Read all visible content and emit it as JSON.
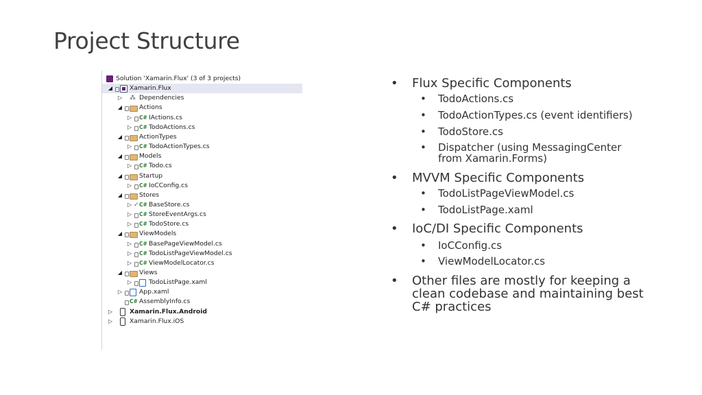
{
  "slide": {
    "title": "Project Structure"
  },
  "tree": [
    {
      "label": "Solution 'Xamarin.Flux' (3 of 3 projects)",
      "indent": 0,
      "icon": "solution",
      "expander": "",
      "lock": false,
      "check": false,
      "selected": false,
      "bold": false
    },
    {
      "label": "Xamarin.Flux",
      "indent": 1,
      "icon": "csproj",
      "expander": "open",
      "lock": true,
      "check": false,
      "selected": true,
      "bold": false
    },
    {
      "label": "Dependencies",
      "indent": 2,
      "icon": "dependencies",
      "expander": "closed",
      "lock": false,
      "check": false,
      "selected": false,
      "bold": false
    },
    {
      "label": "Actions",
      "indent": 2,
      "icon": "folder",
      "expander": "open",
      "lock": true,
      "check": false,
      "selected": false,
      "bold": false
    },
    {
      "label": "IActions.cs",
      "indent": 3,
      "icon": "cs",
      "expander": "closed",
      "lock": true,
      "check": false,
      "selected": false,
      "bold": false
    },
    {
      "label": "TodoActions.cs",
      "indent": 3,
      "icon": "cs",
      "expander": "closed",
      "lock": true,
      "check": false,
      "selected": false,
      "bold": false
    },
    {
      "label": "ActionTypes",
      "indent": 2,
      "icon": "folder",
      "expander": "open",
      "lock": true,
      "check": false,
      "selected": false,
      "bold": false
    },
    {
      "label": "TodoActionTypes.cs",
      "indent": 3,
      "icon": "cs",
      "expander": "closed",
      "lock": true,
      "check": false,
      "selected": false,
      "bold": false
    },
    {
      "label": "Models",
      "indent": 2,
      "icon": "folder",
      "expander": "open",
      "lock": true,
      "check": false,
      "selected": false,
      "bold": false
    },
    {
      "label": "Todo.cs",
      "indent": 3,
      "icon": "cs",
      "expander": "closed",
      "lock": true,
      "check": false,
      "selected": false,
      "bold": false
    },
    {
      "label": "Startup",
      "indent": 2,
      "icon": "folder",
      "expander": "open",
      "lock": true,
      "check": false,
      "selected": false,
      "bold": false
    },
    {
      "label": "IoCConfig.cs",
      "indent": 3,
      "icon": "cs",
      "expander": "closed",
      "lock": true,
      "check": false,
      "selected": false,
      "bold": false
    },
    {
      "label": "Stores",
      "indent": 2,
      "icon": "folder",
      "expander": "open",
      "lock": true,
      "check": false,
      "selected": false,
      "bold": false
    },
    {
      "label": "BaseStore.cs",
      "indent": 3,
      "icon": "cs",
      "expander": "closed",
      "lock": false,
      "check": true,
      "selected": false,
      "bold": false
    },
    {
      "label": "StoreEventArgs.cs",
      "indent": 3,
      "icon": "cs",
      "expander": "closed",
      "lock": true,
      "check": false,
      "selected": false,
      "bold": false
    },
    {
      "label": "TodoStore.cs",
      "indent": 3,
      "icon": "cs",
      "expander": "closed",
      "lock": true,
      "check": false,
      "selected": false,
      "bold": false
    },
    {
      "label": "ViewModels",
      "indent": 2,
      "icon": "folder",
      "expander": "open",
      "lock": true,
      "check": false,
      "selected": false,
      "bold": false
    },
    {
      "label": "BasePageViewModel.cs",
      "indent": 3,
      "icon": "cs",
      "expander": "closed",
      "lock": true,
      "check": false,
      "selected": false,
      "bold": false
    },
    {
      "label": "TodoListPageViewModel.cs",
      "indent": 3,
      "icon": "cs",
      "expander": "closed",
      "lock": true,
      "check": false,
      "selected": false,
      "bold": false
    },
    {
      "label": "ViewModelLocator.cs",
      "indent": 3,
      "icon": "cs",
      "expander": "closed",
      "lock": true,
      "check": false,
      "selected": false,
      "bold": false
    },
    {
      "label": "Views",
      "indent": 2,
      "icon": "folder",
      "expander": "open",
      "lock": true,
      "check": false,
      "selected": false,
      "bold": false
    },
    {
      "label": "TodoListPage.xaml",
      "indent": 3,
      "icon": "xaml",
      "expander": "closed",
      "lock": true,
      "check": false,
      "selected": false,
      "bold": false
    },
    {
      "label": "App.xaml",
      "indent": 2,
      "icon": "xaml",
      "expander": "closed",
      "lock": true,
      "check": false,
      "selected": false,
      "bold": false
    },
    {
      "label": "AssemblyInfo.cs",
      "indent": 2,
      "icon": "cs",
      "expander": "",
      "lock": true,
      "check": false,
      "selected": false,
      "bold": false
    },
    {
      "label": "Xamarin.Flux.Android",
      "indent": 1,
      "icon": "device",
      "expander": "closed",
      "lock": false,
      "check": false,
      "selected": false,
      "bold": true
    },
    {
      "label": "Xamarin.Flux.iOS",
      "indent": 1,
      "icon": "device",
      "expander": "closed",
      "lock": false,
      "check": false,
      "selected": false,
      "bold": false
    }
  ],
  "bullets": [
    {
      "text": "Flux Specific Components",
      "children": [
        "TodoActions.cs",
        "TodoActionTypes.cs (event identifiers)",
        "TodoStore.cs",
        "Dispatcher (using MessagingCenter from Xamarin.Forms)"
      ]
    },
    {
      "text": "MVVM Specific Components",
      "children": [
        "TodoListPageViewModel.cs",
        "TodoListPage.xaml"
      ]
    },
    {
      "text": "IoC/DI Specific Components",
      "children": [
        "IoCConfig.cs",
        "ViewModelLocator.cs"
      ]
    },
    {
      "text": "Other files are mostly for keeping a clean codebase and maintaining best C# practices",
      "children": []
    }
  ],
  "glyphs": {
    "expand_open": "◢",
    "expand_closed": "▷",
    "bullet": "•",
    "check": "✓",
    "cs_badge": "C#",
    "dependencies": "⁂"
  }
}
